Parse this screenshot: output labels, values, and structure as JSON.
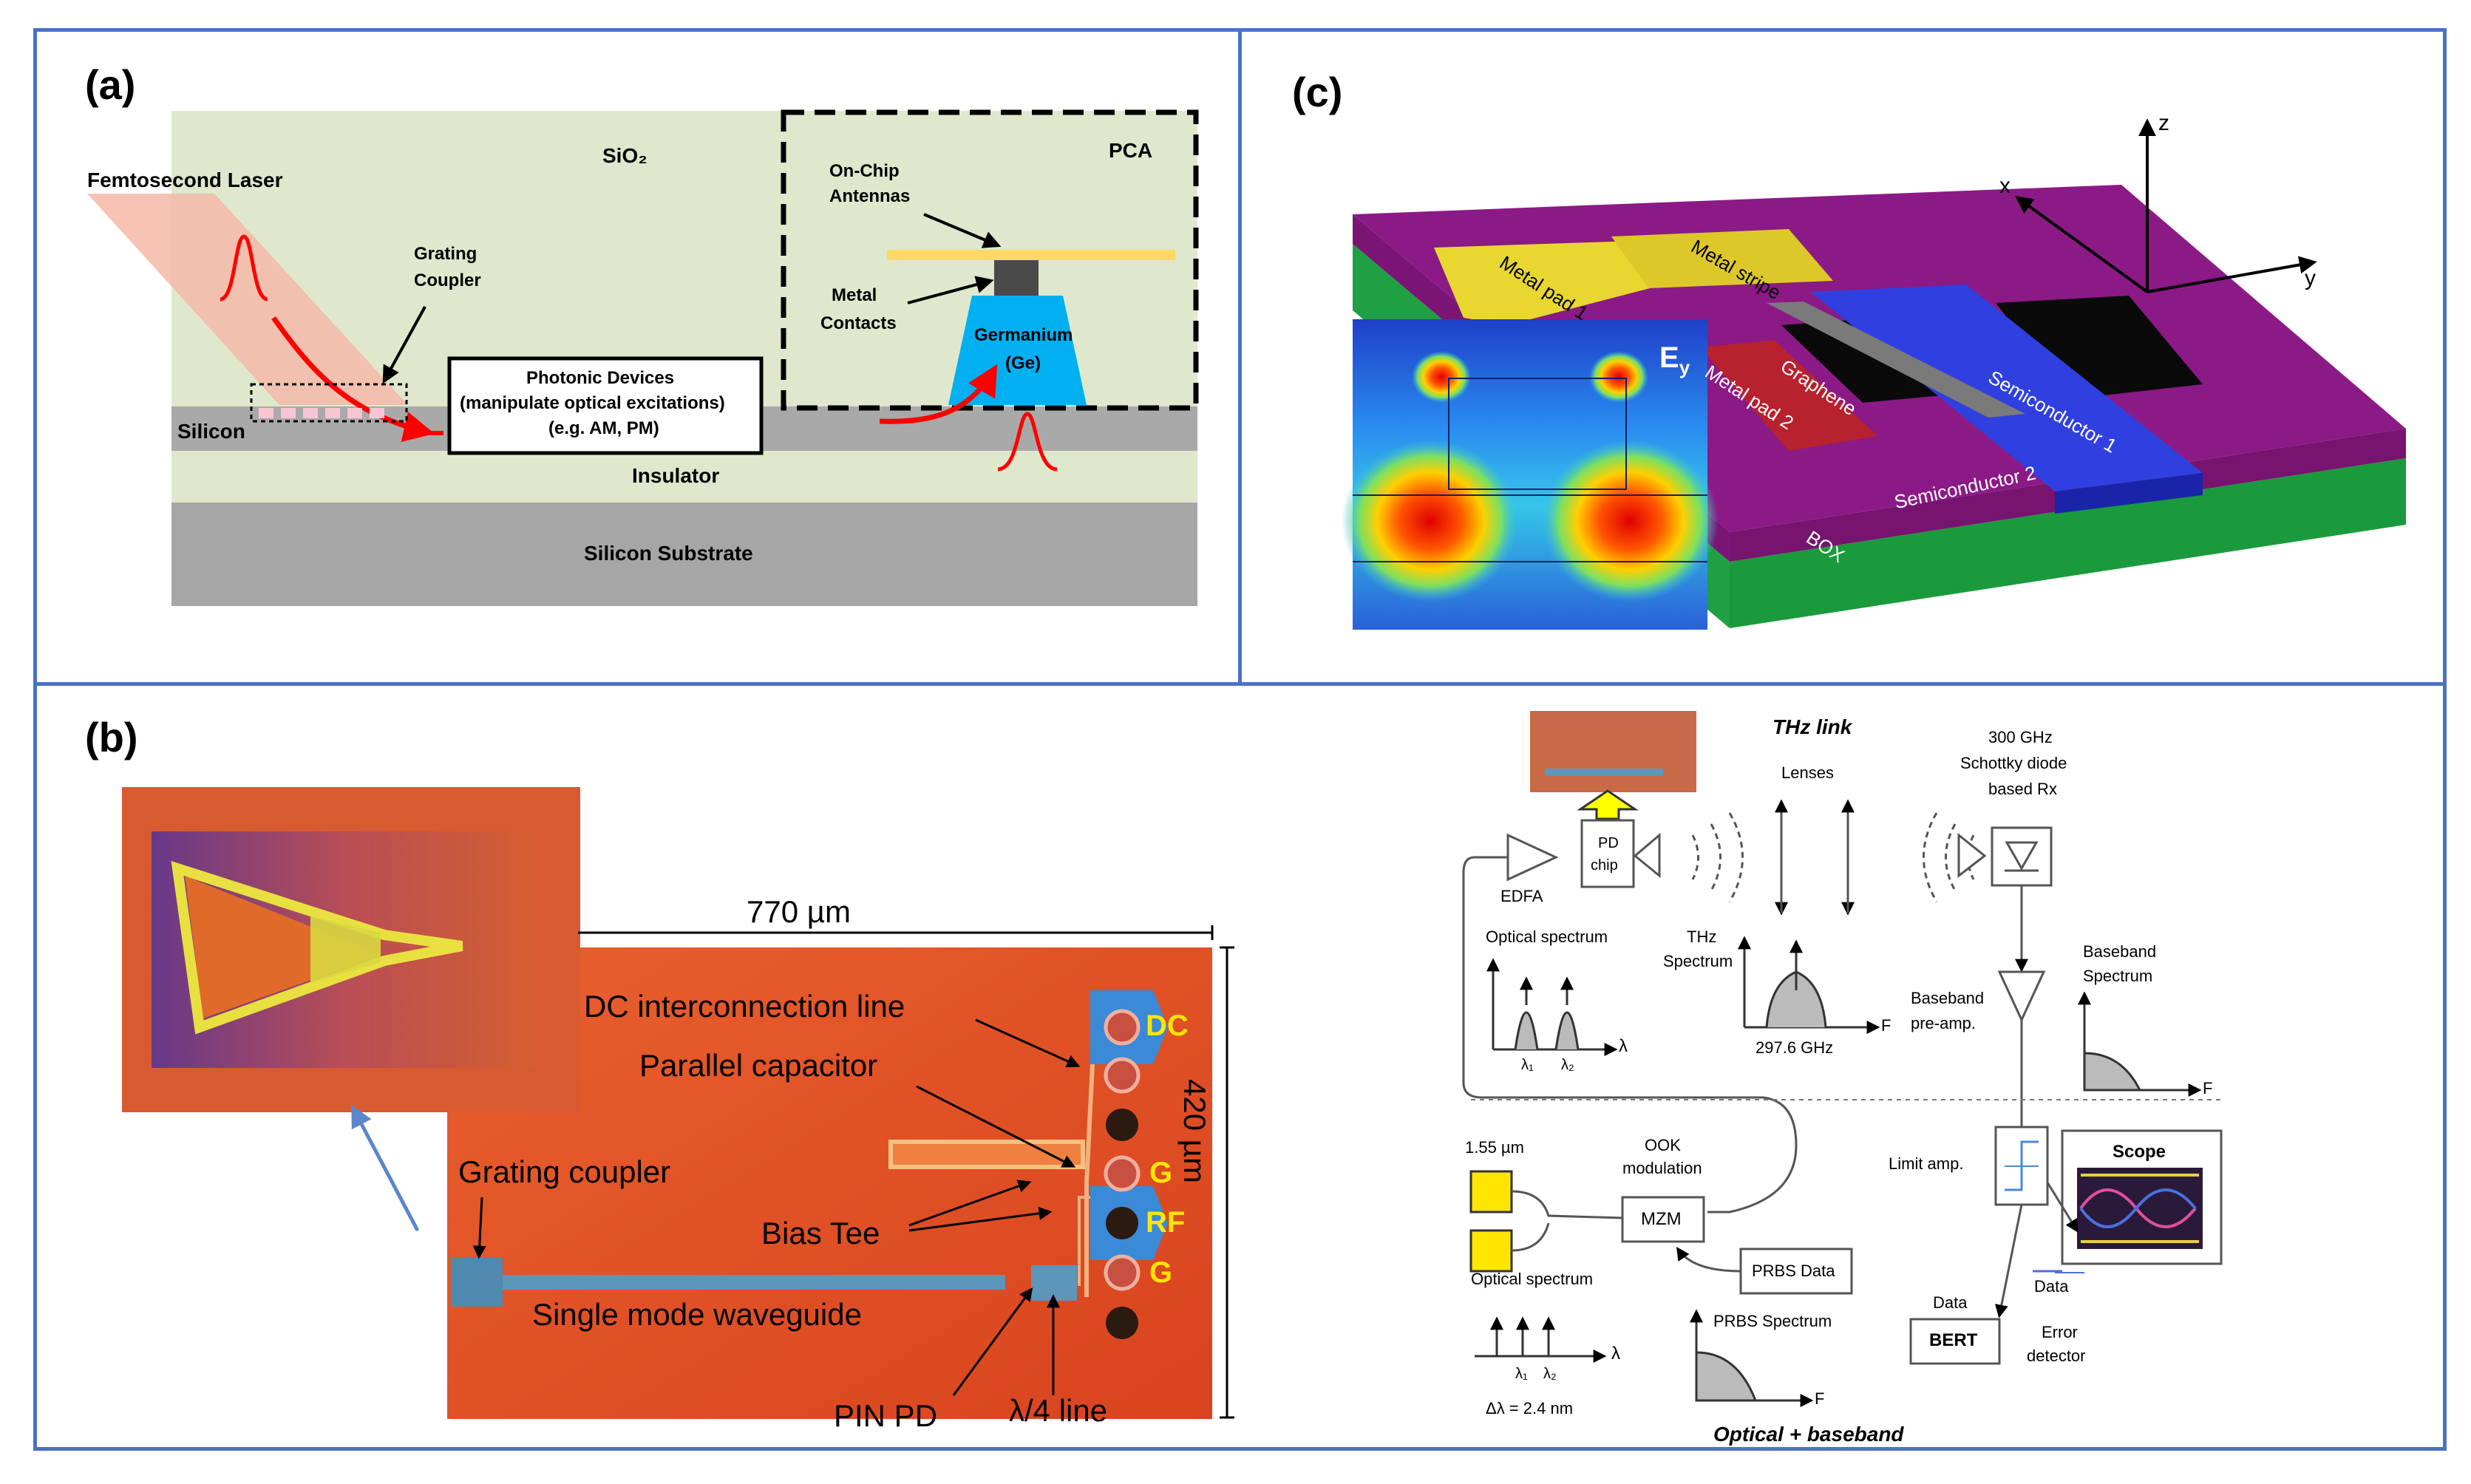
{
  "panels": {
    "a": {
      "label": "(a)",
      "femtosecond_laser": "Femtosecond Laser",
      "sio2": "SiO₂",
      "pca": "PCA",
      "on_chip_antennas": [
        "On-Chip",
        "Antennas"
      ],
      "grating_coupler": [
        "Grating",
        "Coupler"
      ],
      "metal_contacts": [
        "Metal",
        "Contacts"
      ],
      "germanium": [
        "Germanium",
        "(Ge)"
      ],
      "photonic_devices": [
        "Photonic Devices",
        "(manipulate optical excitations)",
        "(e.g. AM, PM)"
      ],
      "silicon": "Silicon",
      "insulator": "Insulator",
      "substrate": "Silicon Substrate"
    },
    "c": {
      "label": "(c)",
      "axis_z": "z",
      "axis_x": "x",
      "axis_y": "y",
      "metal_pad_1": "Metal pad 1",
      "metal_stripe": "Metal stripe",
      "metal_pad_2": "Metal pad 2",
      "graphene": "Graphene",
      "semiconductor_1": "Semiconductor 1",
      "semiconductor_2": "Semiconductor 2",
      "box": "BOX",
      "field_label": "E",
      "field_sub": "y"
    },
    "b": {
      "label": "(b)",
      "width_dim": "770 µm",
      "height_dim": "420 µm",
      "dc_line": "DC interconnection line",
      "parallel_cap": "Parallel capacitor",
      "grating_coupler": "Grating coupler",
      "bias_tee": "Bias Tee",
      "waveguide": "Single mode waveguide",
      "pin_pd": "PIN PD",
      "quarter_line": "λ/4 line",
      "pad_dc": "DC",
      "pad_g1": "G",
      "pad_rf": "RF",
      "pad_g2": "G"
    },
    "d": {
      "thz_link": "THz link",
      "rx": [
        "300 GHz",
        "Schottky diode",
        "based Rx"
      ],
      "lenses": "Lenses",
      "pd_chip": [
        "PD",
        "chip"
      ],
      "edfa": "EDFA",
      "optical_spectrum_top": "Optical spectrum",
      "thz_spectrum": [
        "THz",
        "Spectrum"
      ],
      "freq_297": "297.6 GHz",
      "baseband_spectrum": [
        "Baseband",
        "Spectrum"
      ],
      "baseband_preamp": [
        "Baseband",
        "pre-amp."
      ],
      "lambda": "λ",
      "lambda1": "λ₁",
      "lambda2": "λ₂",
      "F": "F",
      "wavelength_155": "1.55 µm",
      "ook": [
        "OOK",
        "modulation"
      ],
      "mzm": "MZM",
      "prbs_data": "PRBS Data",
      "limit_amp": "Limit amp.",
      "scope": "Scope",
      "optical_spectrum_bottom": "Optical spectrum",
      "prbs_spectrum": "PRBS Spectrum",
      "data_left": "Data",
      "data_right": "Data",
      "bert": "BERT",
      "error_detector": [
        "Error",
        "detector"
      ],
      "delta_lambda": "Δλ = 2.4 nm",
      "optical_baseband": "Optical + baseband"
    }
  },
  "colors": {
    "frame": "#4a72c4",
    "sio2": "#dfe8cc",
    "silicon": "#a9a9a9",
    "substrate": "#a6a6a6",
    "germanium": "#00b0f0",
    "antenna": "#ffd966",
    "laser": "#f4b8a8",
    "arrow_red": "#ff0000",
    "purple": "#8b1a86",
    "green_box": "#1ea043",
    "metal_gold": "#e8d730",
    "metal_red": "#b7222e",
    "semiconductor_blue": "#1f2fd8",
    "chip_red": "#e0542a",
    "label_yellow": "#ffe600",
    "pad_blue": "#3a8ad8"
  }
}
